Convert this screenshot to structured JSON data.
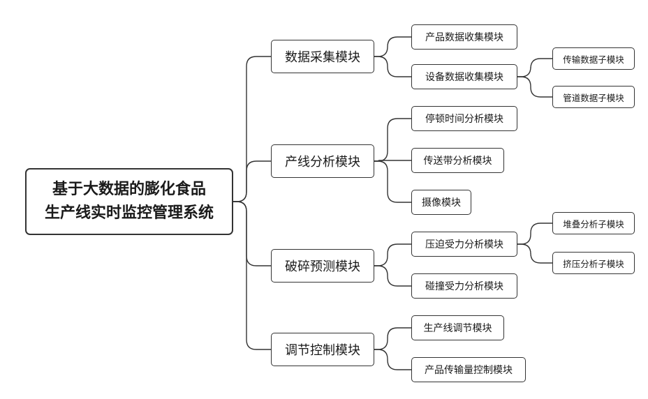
{
  "root": {
    "line1": "基于大数据的膨化食品",
    "line2": "生产线实时监控管理系统"
  },
  "modules": [
    {
      "label": "数据采集模块"
    },
    {
      "label": "产线分析模块"
    },
    {
      "label": "破碎预测模块"
    },
    {
      "label": "调节控制模块"
    }
  ],
  "submodules": [
    {
      "label": "产品数据收集模块"
    },
    {
      "label": "设备数据收集模块"
    },
    {
      "label": "停顿时间分析模块"
    },
    {
      "label": "传送带分析模块"
    },
    {
      "label": "摄像模块"
    },
    {
      "label": "压迫受力分析模块"
    },
    {
      "label": "碰撞受力分析模块"
    },
    {
      "label": "生产线调节模块"
    },
    {
      "label": "产品传输量控制模块"
    }
  ],
  "subsubmodules": [
    {
      "label": "传输数据子模块"
    },
    {
      "label": "管道数据子模块"
    },
    {
      "label": "堆叠分析子模块"
    },
    {
      "label": "挤压分析子模块"
    }
  ]
}
